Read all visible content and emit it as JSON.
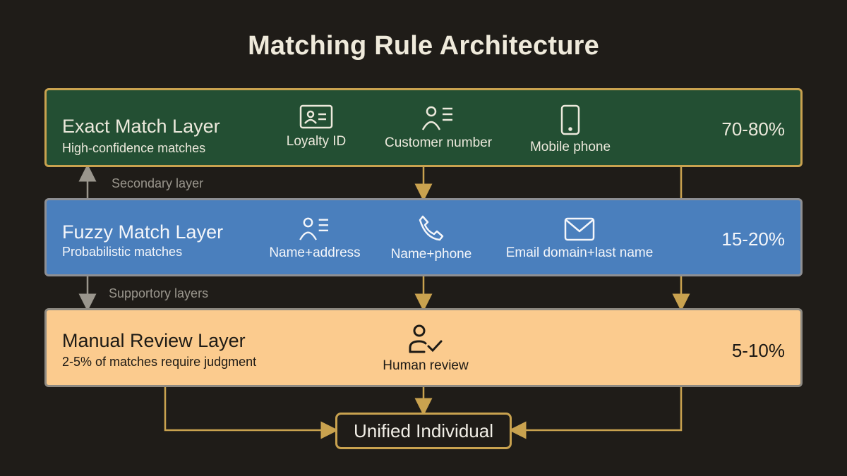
{
  "title": "Matching Rule Architecture",
  "layers": [
    {
      "name": "Exact Match Layer",
      "subtitle": "High-confidence matches",
      "percentage": "70-80%",
      "color": "#234f33",
      "items": [
        {
          "label": "Loyalty ID",
          "icon": "id-card-icon"
        },
        {
          "label": "Customer number",
          "icon": "user-list-icon"
        },
        {
          "label": "Mobile phone",
          "icon": "mobile-phone-icon"
        }
      ]
    },
    {
      "name": "Fuzzy Match Layer",
      "subtitle": "Probabilistic matches",
      "percentage": "15-20%",
      "color": "#4a7fbd",
      "items": [
        {
          "label": "Name+address",
          "icon": "user-list-icon"
        },
        {
          "label": "Name+phone",
          "icon": "phone-icon"
        },
        {
          "label": "Email domain+last name",
          "icon": "envelope-icon"
        }
      ]
    },
    {
      "name": "Manual Review Layer",
      "subtitle": "2-5% of matches require judgment",
      "percentage": "5-10%",
      "color": "#fbcb8e",
      "items": [
        {
          "label": "Human review",
          "icon": "user-check-icon"
        }
      ]
    }
  ],
  "connectors": {
    "secondary": "Secondary layer",
    "supportory": "Supportory layers"
  },
  "output": {
    "label": "Unified Individual"
  },
  "colors": {
    "background": "#1f1c18",
    "accent": "#c9a24f",
    "gray_arrow": "#9a968d"
  }
}
